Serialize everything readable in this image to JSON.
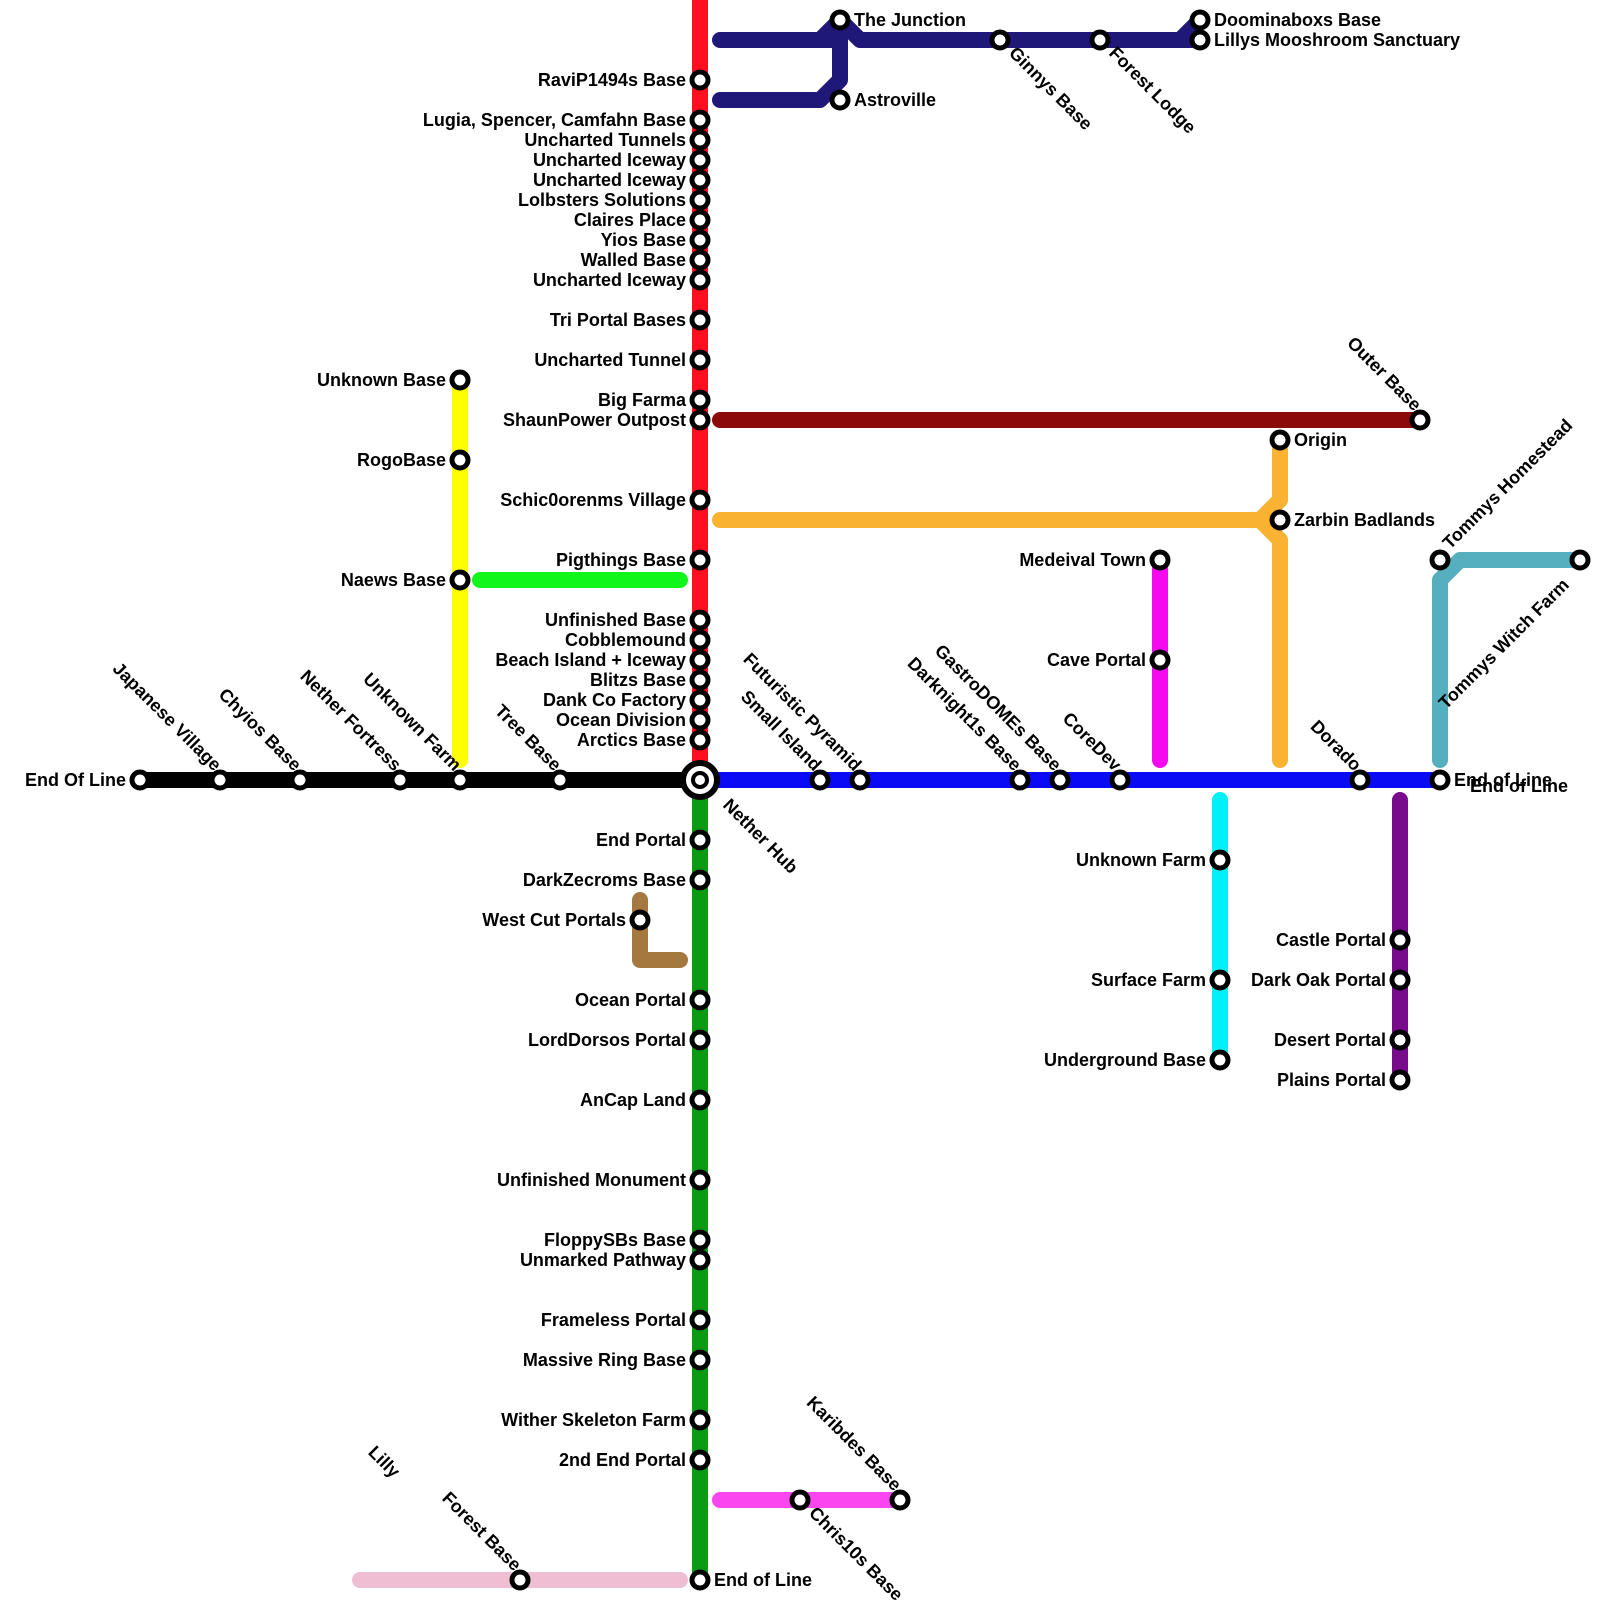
{
  "colors": {
    "red": "#FF1020",
    "black": "#000000",
    "blue": "#0A0AF5",
    "green": "#0A9B12",
    "navy": "#1F1878",
    "maroon": "#8C0A0A",
    "orange": "#FAB232",
    "yellow": "#FFFF00",
    "lime": "#10F51A",
    "magenta": "#F50AF0",
    "cyan": "#00F0FA",
    "purple": "#780A8C",
    "teal": "#55AFBE",
    "brown": "#A5783F",
    "pink": "#FA46F0",
    "lightpink": "#F0BED2"
  },
  "lines": [
    "red",
    "black",
    "blue",
    "green",
    "navy",
    "maroon",
    "orange",
    "yellow",
    "lime",
    "magenta",
    "cyan",
    "purple",
    "teal",
    "brown",
    "pink",
    "lightpink"
  ],
  "hub": {
    "label": "Nether Hub"
  },
  "stations": {
    "red": [
      "RaviP1494s Base",
      "Lugia, Spencer, Camfahn Base",
      "Uncharted Tunnels",
      "Uncharted Iceway",
      "Uncharted Iceway",
      "Lolbsters Solutions",
      "Claires Place",
      "Yios Base",
      "Walled Base",
      "Uncharted Iceway",
      "Tri Portal Bases",
      "Uncharted Tunnel",
      "Big Farma",
      "ShaunPower Outpost",
      "Schic0orenms Village",
      "Pigthings Base",
      "Unfinished Base",
      "Cobblemound",
      "Beach Island + Iceway",
      "Blitzs Base",
      "Dank Co Factory",
      "Ocean Division",
      "Arctics Base"
    ],
    "green": [
      "End Portal",
      "DarkZecroms Base",
      "Ocean Portal",
      "LordDorsos Portal",
      "AnCap Land",
      "Unfinished Monument",
      "FloppySBs Base",
      "Unmarked Pathway",
      "Frameless Portal",
      "Massive Ring Base",
      "Wither Skeleton Farm",
      "2nd End Portal",
      "End of Line"
    ],
    "black": [
      "End Of Line",
      "Japanese Village",
      "Chyios Base",
      "Nether Fortress",
      "Unknown Farm",
      "Tree Base"
    ],
    "blue": [
      "Small Island",
      "Futuristic Pyramid",
      "Darknight1s Base",
      "GastroDOMEs Base",
      "CoreDev",
      "Dorado",
      "End of Line"
    ],
    "yellow": [
      "Unknown Base",
      "RogoBase",
      "Naews Base"
    ],
    "navy": [
      "The Junction",
      "Astroville",
      "Ginnys Base",
      "Forest Lodge",
      "Doominaboxs Base",
      "Lillys Mooshroom Sanctuary"
    ],
    "maroon": [
      "Outer Base"
    ],
    "orange": [
      "Origin",
      "Zarbin Badlands"
    ],
    "magenta": [
      "Medeival Town",
      "Cave Portal"
    ],
    "cyan": [
      "Unknown Farm",
      "Surface Farm",
      "Underground Base"
    ],
    "purple": [
      "Castle Portal",
      "Dark Oak Portal",
      "Desert Portal",
      "Plains Portal"
    ],
    "teal": [
      "Tommys Homestead",
      "Tommys Witch Farm",
      "End of Line"
    ],
    "brown": [
      "West Cut Portals"
    ],
    "pink": [
      "Chris10s Base",
      "Karibdes Base"
    ],
    "lightpink": [
      "Forest Base",
      "Lilly"
    ]
  }
}
